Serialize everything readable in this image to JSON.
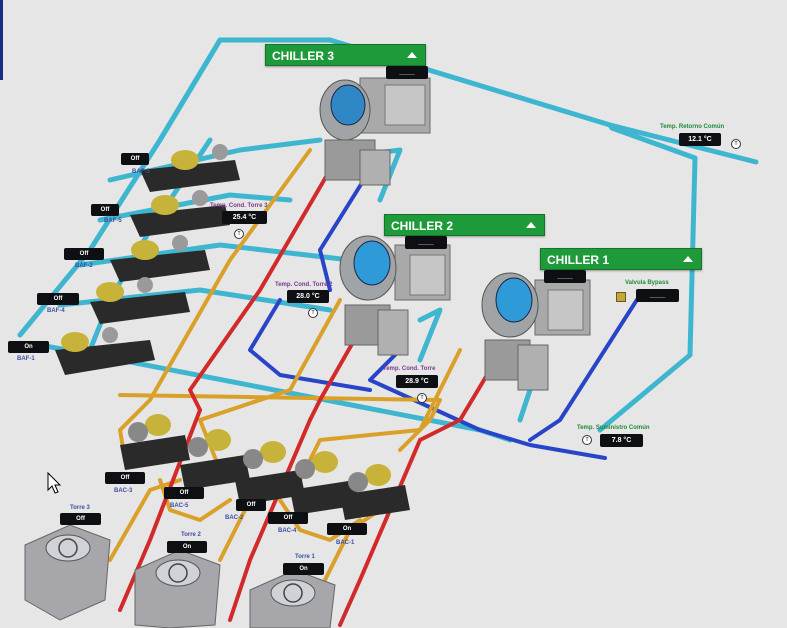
{
  "chillers": [
    {
      "title": "CHILLER 3",
      "readout": "____"
    },
    {
      "title": "CHILLER 2",
      "readout": "____"
    },
    {
      "title": "CHILLER 1",
      "readout": "____"
    }
  ],
  "common": {
    "return_label": "Temp. Retorno Común",
    "return_value": "12.1 °C",
    "supply_label": "Temp. Suministro Común",
    "supply_value": "7.8 °C",
    "bypass_label": "Valvula Bypass",
    "bypass_value": "____"
  },
  "cond_temps": [
    {
      "label": "Temp. Cond. Torre 3",
      "value": "25.4 °C"
    },
    {
      "label": "Temp. Cond. Torre 2",
      "value": "28.0 °C"
    },
    {
      "label": "Temp. Cond. Torre",
      "value": "28.9 °C"
    }
  ],
  "bafs": [
    {
      "name": "BAF-5",
      "state": "Off"
    },
    {
      "name": "BAF-5",
      "state": "Off"
    },
    {
      "name": "BAF-2",
      "state": "Off"
    },
    {
      "name": "BAF-4",
      "state": "Off"
    },
    {
      "name": "BAF-1",
      "state": "On"
    }
  ],
  "bacs": [
    {
      "name": "BAC-3",
      "state": "Off"
    },
    {
      "name": "BAC-5",
      "state": "Off"
    },
    {
      "name": "BAC-2",
      "state": "Off"
    },
    {
      "name": "BAC-4",
      "state": "Off"
    },
    {
      "name": "BAC-1",
      "state": "On"
    }
  ],
  "towers": [
    {
      "name": "Torre 3",
      "state": "Off"
    },
    {
      "name": "Torre 2",
      "state": "On"
    },
    {
      "name": "Torre 1",
      "state": "On"
    }
  ],
  "sensor_glyph": "T",
  "colors": {
    "chilled": "#3fb6cf",
    "condenser": "#d9a12a",
    "supply": "#2844c8",
    "hot": "#d22a2a",
    "accent": "#1f9a3a"
  }
}
